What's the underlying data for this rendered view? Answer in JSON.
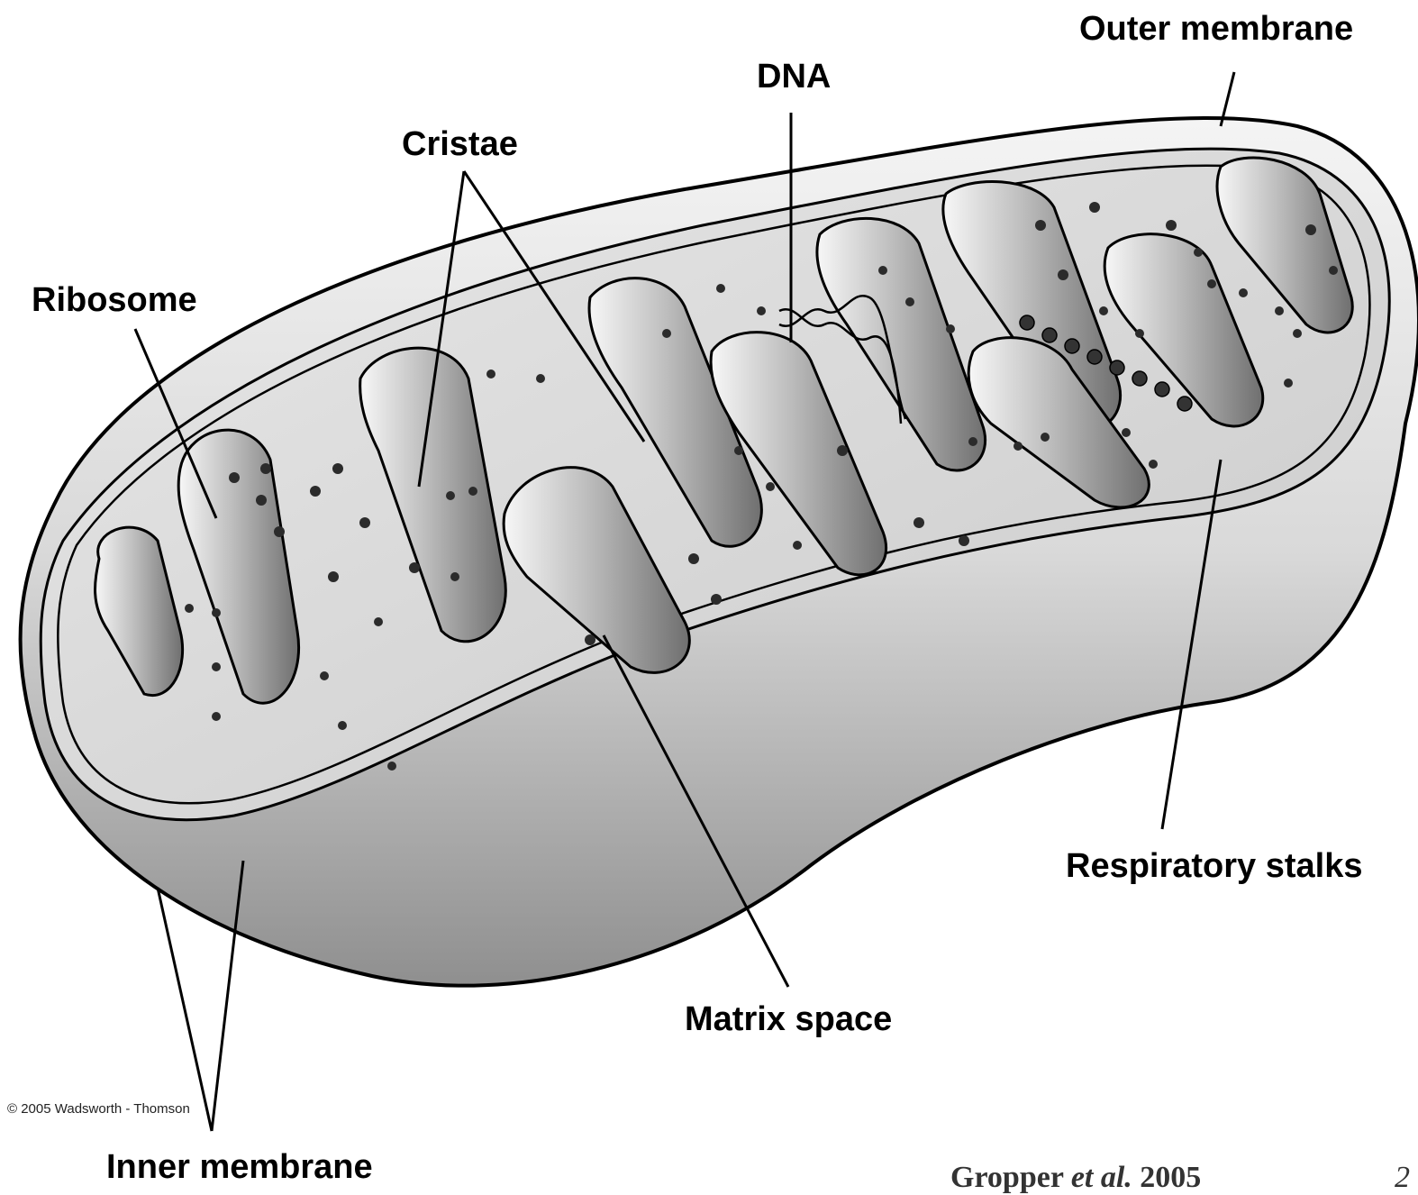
{
  "labels": {
    "outer_membrane": "Outer membrane",
    "dna": "DNA",
    "cristae": "Cristae",
    "ribosome": "Ribosome",
    "respiratory_stalks": "Respiratory stalks",
    "matrix_space": "Matrix space",
    "inner_membrane": "Inner membrane"
  },
  "copyright": "© 2005 Wadsworth - Thomson",
  "citation": {
    "author": "Gropper ",
    "etal": "et al.",
    "year": " 2005"
  },
  "slide_number": "2"
}
